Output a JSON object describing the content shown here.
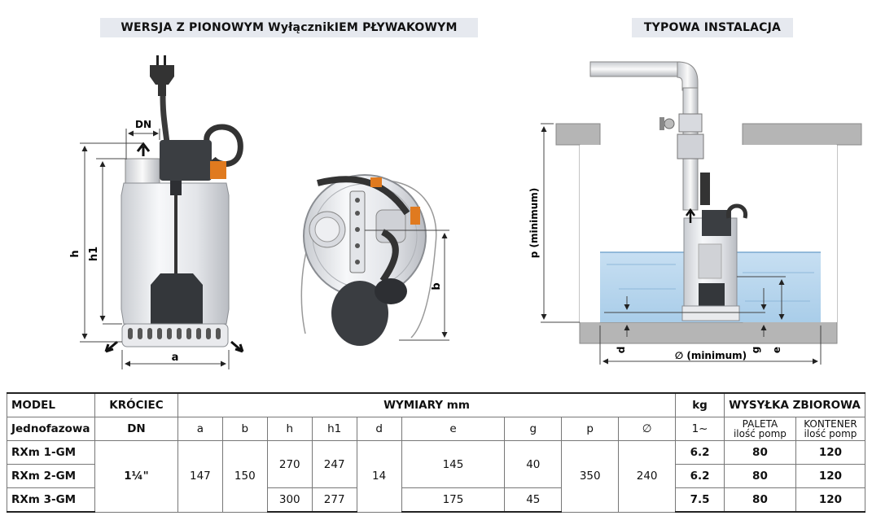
{
  "titles": {
    "left": "WERSJA Z PIONOWYM WyłącznikIEM PŁYWAKOWYM",
    "right": "TYPOWA INSTALACJA"
  },
  "dimension_labels": {
    "dn": "DN",
    "h": "h",
    "h1": "h1",
    "a": "a",
    "b": "b",
    "p": "p (minimum)",
    "d": "d",
    "g": "g",
    "e": "e",
    "diameter": "∅ (minimum)"
  },
  "table": {
    "header1": {
      "model": "MODEL",
      "krociec": "KRÓCIEC",
      "wymiary": "WYMIARY mm",
      "kg": "kg",
      "wysylka": "WYSYŁKA ZBIOROWA"
    },
    "header2": {
      "jednofazowa": "Jednofazowa",
      "dn": "DN",
      "a": "a",
      "b": "b",
      "h": "h",
      "h1": "h1",
      "d": "d",
      "e": "e",
      "g": "g",
      "p": "p",
      "dia": "∅",
      "phase": "1~",
      "paleta_l1": "PALETA",
      "paleta_l2": "ilość pomp",
      "kontener_l1": "KONTENER",
      "kontener_l2": "ilość pomp"
    },
    "rows": [
      {
        "model": "RXm 1-GM",
        "kg": "6.2",
        "paleta": "80",
        "kontener": "120"
      },
      {
        "model": "RXm 2-GM",
        "kg": "6.2",
        "paleta": "80",
        "kontener": "120"
      },
      {
        "model": "RXm 3-GM",
        "kg": "7.5",
        "paleta": "80",
        "kontener": "120"
      }
    ],
    "shared": {
      "dn": "1¼\"",
      "a": "147",
      "b": "150",
      "d": "14",
      "p": "350",
      "dia": "240"
    },
    "group1": {
      "h": "270",
      "h1": "247",
      "e": "145",
      "g": "40"
    },
    "group2": {
      "h": "300",
      "h1": "277",
      "e": "175",
      "g": "45"
    }
  }
}
